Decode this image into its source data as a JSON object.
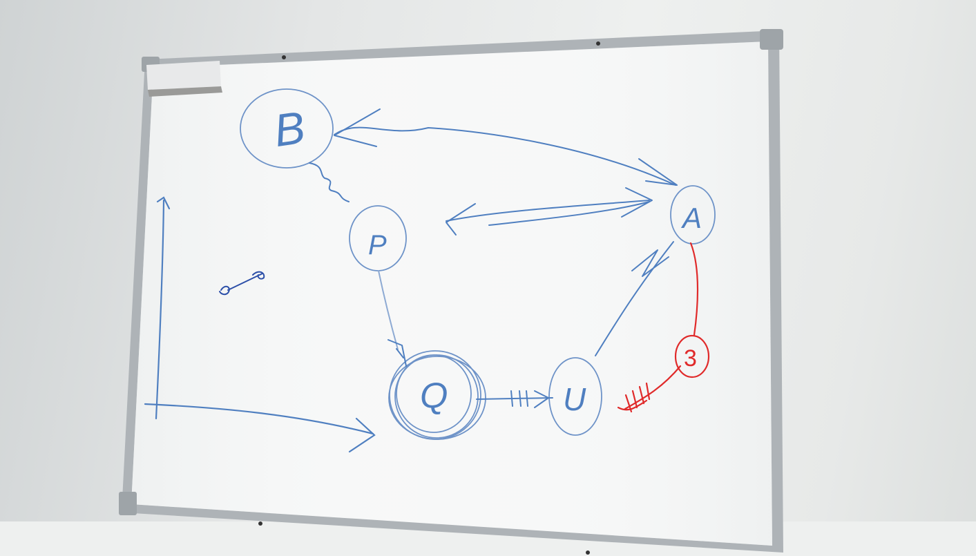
{
  "whiteboard": {
    "nodes": [
      {
        "id": "node-b",
        "label": "B"
      },
      {
        "id": "node-p",
        "label": "P"
      },
      {
        "id": "node-q",
        "label": "Q"
      },
      {
        "id": "node-u",
        "label": "U"
      },
      {
        "id": "node-a",
        "label": "A"
      },
      {
        "id": "node-three",
        "label": "3"
      }
    ],
    "colors": {
      "ink_blue": "#4f7fc0",
      "ink_blue_dark": "#2c4fa8",
      "ink_red": "#e02a2a",
      "frame": "#b8bcc0",
      "board": "#f6f7f7"
    }
  }
}
